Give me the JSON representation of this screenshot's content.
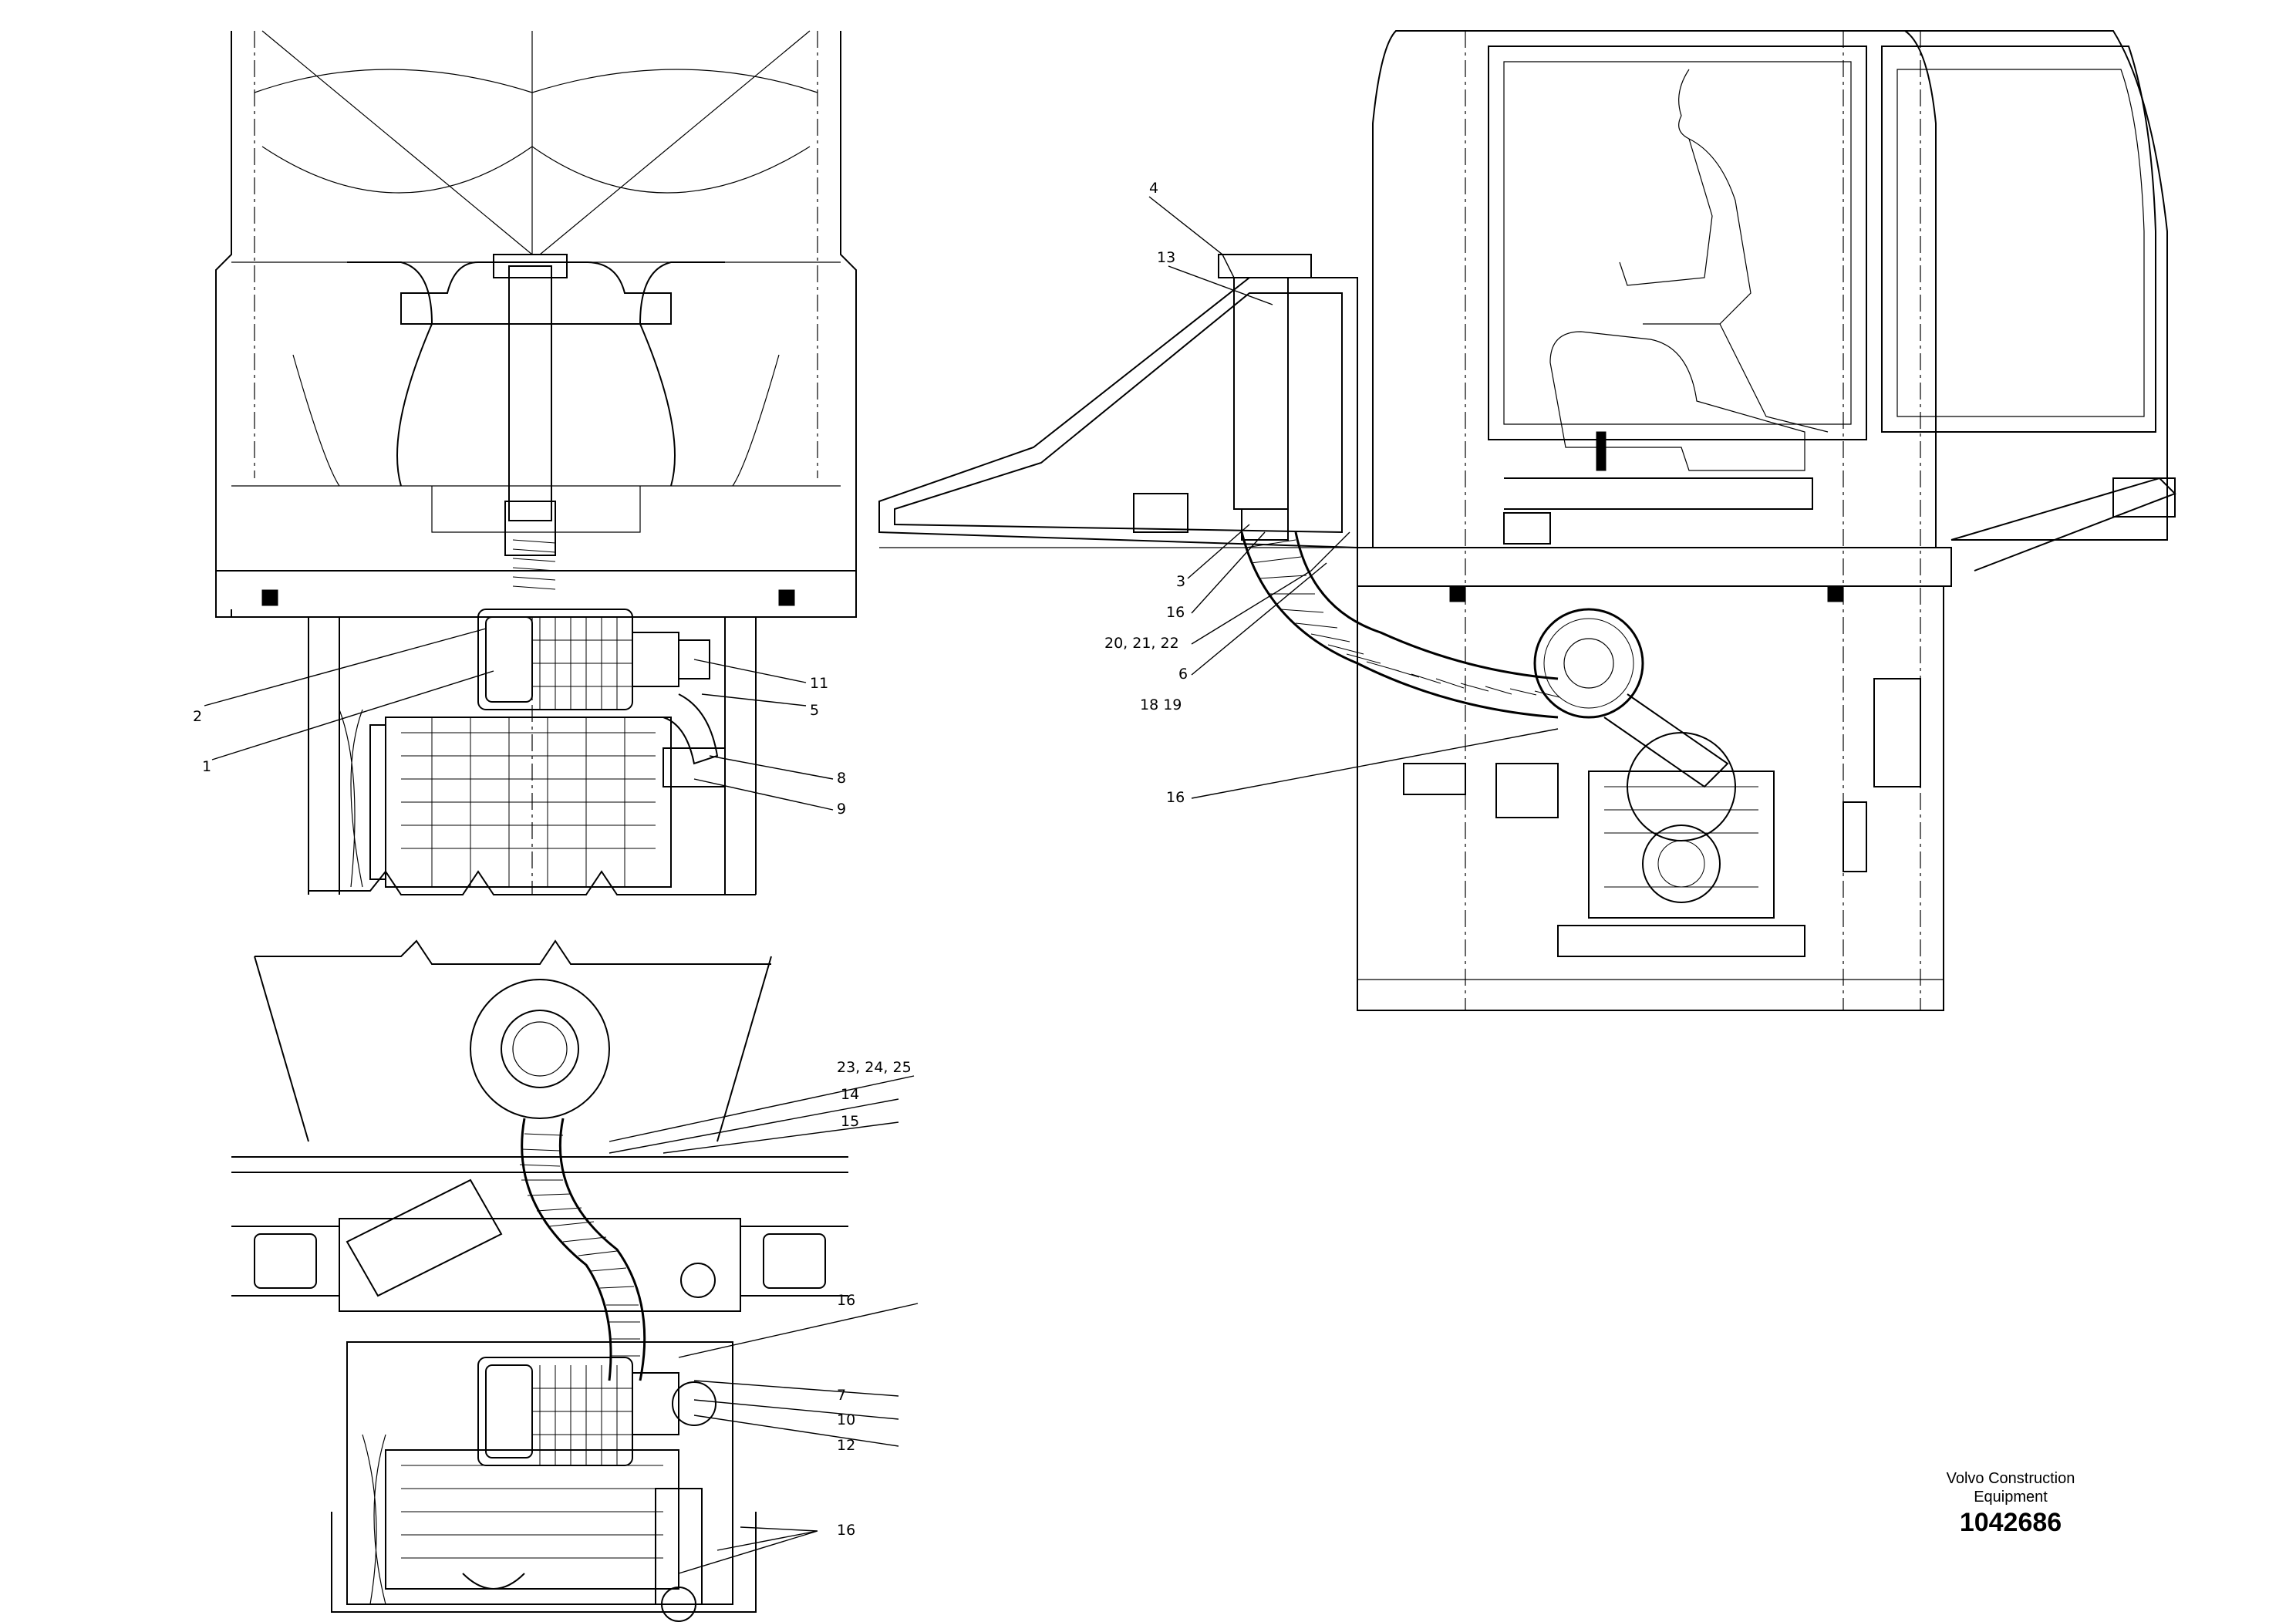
{
  "footer": {
    "company": "Volvo Construction Equipment",
    "document_number": "1042686"
  },
  "callouts": {
    "front_view": [
      "2",
      "1",
      "11",
      "5",
      "8",
      "9"
    ],
    "side_view": [
      "4",
      "13",
      "3",
      "16",
      "20, 21, 22",
      "6",
      "18 19",
      "16"
    ],
    "top_view": [
      "23, 24, 25",
      "14",
      "15",
      "16",
      "7",
      "10",
      "12",
      "16"
    ]
  }
}
